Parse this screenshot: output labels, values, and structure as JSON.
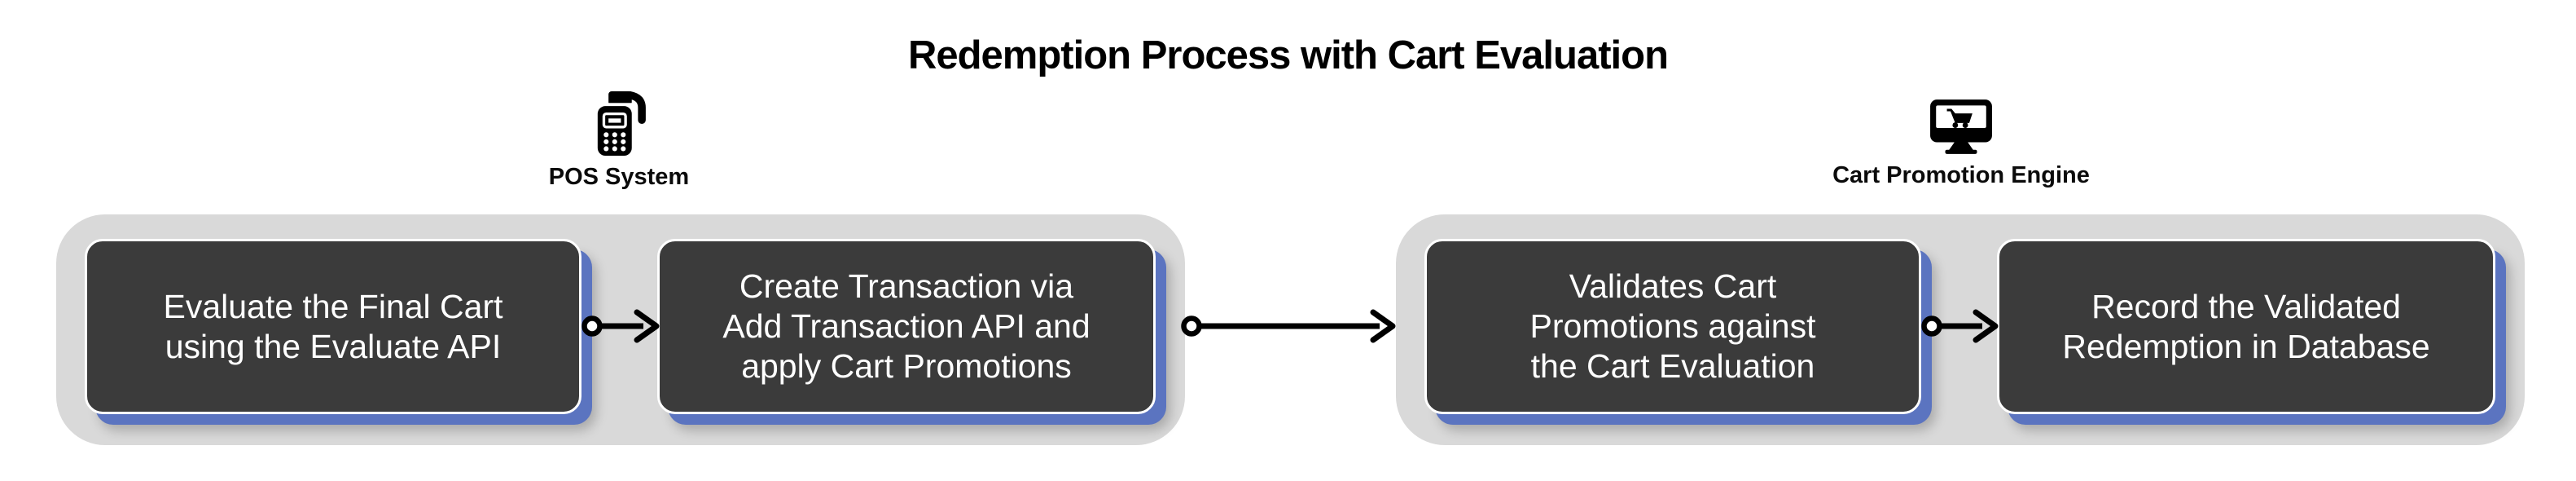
{
  "title": "Redemption Process with Cart Evaluation",
  "groups": [
    {
      "label": "POS System",
      "icon": "pos-terminal-icon",
      "steps": [
        "Evaluate the Final Cart\nusing the Evaluate API",
        "Create Transaction via\nAdd Transaction API and\napply Cart Promotions"
      ]
    },
    {
      "label": "Cart Promotion Engine",
      "icon": "monitor-cart-icon",
      "steps": [
        "Validates Cart\nPromotions against\nthe Cart Evaluation",
        "Record the Validated\nRedemption in Database"
      ]
    }
  ],
  "connectors": [
    {
      "from": "step-1",
      "to": "step-2",
      "style": "circle-start-arrow-end"
    },
    {
      "from": "step-2",
      "to": "step-3",
      "style": "circle-start-arrow-end"
    },
    {
      "from": "step-3",
      "to": "step-4",
      "style": "circle-start-arrow-end"
    }
  ],
  "colors": {
    "background": "#ffffff",
    "group_fill": "#d9d9d9",
    "box_fill": "#3b3b3b",
    "box_border": "#ffffff",
    "box_shadow": "#5b74c0",
    "box_text": "#ffffff",
    "connector": "#000000",
    "title_color": "#000000"
  }
}
